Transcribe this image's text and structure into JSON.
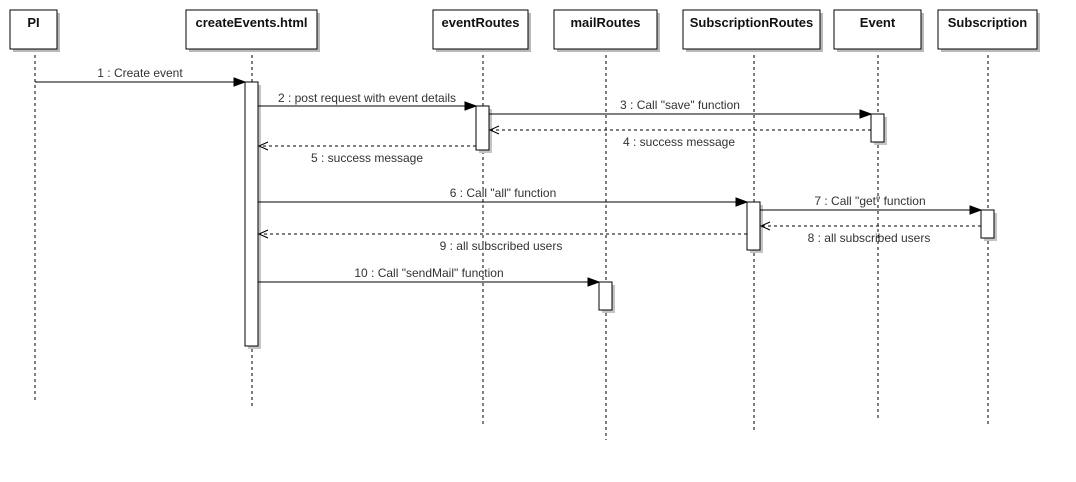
{
  "participants": [
    {
      "id": "pi",
      "label": "PI"
    },
    {
      "id": "create",
      "label": "createEvents.html"
    },
    {
      "id": "eventRoutes",
      "label": "eventRoutes"
    },
    {
      "id": "mailRoutes",
      "label": "mailRoutes"
    },
    {
      "id": "subRoutes",
      "label": "SubscriptionRoutes"
    },
    {
      "id": "event",
      "label": "Event"
    },
    {
      "id": "subscription",
      "label": "Subscription"
    }
  ],
  "messages": [
    {
      "label": "1 : Create event",
      "from": "pi",
      "to": "create",
      "kind": "call"
    },
    {
      "label": "2 : post request with event details",
      "from": "create",
      "to": "eventRoutes",
      "kind": "call"
    },
    {
      "label": "3 : Call \"save\" function",
      "from": "eventRoutes",
      "to": "event",
      "kind": "call"
    },
    {
      "label": "4 : success message",
      "from": "event",
      "to": "eventRoutes",
      "kind": "return"
    },
    {
      "label": "5 : success message",
      "from": "eventRoutes",
      "to": "create",
      "kind": "return"
    },
    {
      "label": "6 : Call \"all\" function",
      "from": "create",
      "to": "subRoutes",
      "kind": "call"
    },
    {
      "label": "7 : Call \"get\" function",
      "from": "subRoutes",
      "to": "subscription",
      "kind": "call"
    },
    {
      "label": "8 : all subscribed users",
      "from": "subscription",
      "to": "subRoutes",
      "kind": "return"
    },
    {
      "label": "9 : all subscribed users",
      "from": "subRoutes",
      "to": "create",
      "kind": "return"
    },
    {
      "label": "10 : Call \"sendMail\" function",
      "from": "create",
      "to": "mailRoutes",
      "kind": "call"
    }
  ]
}
